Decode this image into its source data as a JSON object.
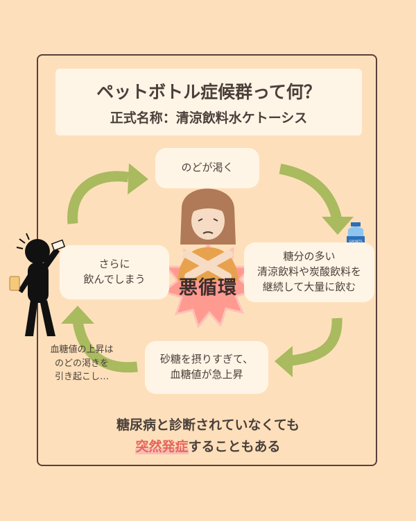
{
  "title": {
    "main": "ペットボトル症候群って何？",
    "sub": "正式名称：清涼飲料水ケトーシス"
  },
  "cycle": {
    "top": "のどが渇く",
    "right": "糖分の多い\n清涼飲料や炭酸飲料を\n継続して大量に飲む",
    "bottom": "砂糖を摂りすぎて、\n血糖値が急上昇",
    "left": "さらに\n飲んでしまう",
    "center": "悪循環"
  },
  "note": "血糖値の上昇は\nのどの渇きを\n引き起こし…",
  "footer": {
    "line1": "糖尿病と診断されていなくても",
    "highlight": "突然発症",
    "rest": "することもある"
  },
  "bottle_label": "SPORTS",
  "colors": {
    "background": "#fde0bb",
    "box": "#fff5e6",
    "arrow": "#a9ba5f",
    "burst": "#ff9a91",
    "highlight": "#e5655d"
  }
}
